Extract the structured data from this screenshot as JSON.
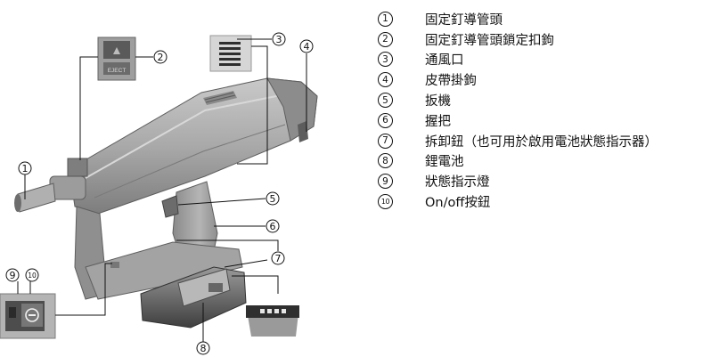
{
  "figure": {
    "eject_label": "EJECT",
    "callouts": [
      "1",
      "2",
      "3",
      "4",
      "5",
      "6",
      "7",
      "7",
      "8",
      "9",
      "10"
    ]
  },
  "legend": {
    "items": [
      {
        "num": "1",
        "text": "固定釘導管頭"
      },
      {
        "num": "2",
        "text": "固定釘導管頭鎖定扣鉤"
      },
      {
        "num": "3",
        "text": "通風口"
      },
      {
        "num": "4",
        "text": "皮帶掛鉤"
      },
      {
        "num": "5",
        "text": "扳機"
      },
      {
        "num": "6",
        "text": "握把"
      },
      {
        "num": "7",
        "text": "拆卸鈕（也可用於啟用電池狀態指示器）"
      },
      {
        "num": "8",
        "text": "鋰電池"
      },
      {
        "num": "9",
        "text": "狀態指示燈"
      },
      {
        "num": "10",
        "text": "On/off按鈕"
      }
    ]
  }
}
